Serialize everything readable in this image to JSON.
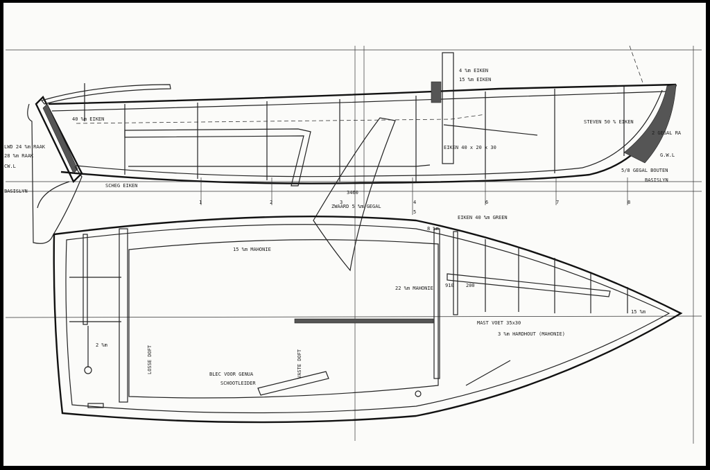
{
  "labels": {
    "l_mast_eiken": "4 %m EIKEN",
    "l_mast_eiken2": "15 %m EIKEN",
    "l_lwd": "LWD 24 %m RAAK",
    "l_raak": "28 %m RAAK",
    "l_cwl": "CW.L",
    "l_basislyn_left": "BASISLYN",
    "l_basislyn_right": "BASISLYN",
    "l_boord_eiken": "40 %m EIKEN",
    "l_schegg": "SCHEG EIKEN",
    "l_steven": "STEVEN 50 % EIKEN",
    "l_geg_ra": "2 GEGAL RA",
    "l_gcwl": "G.W.L",
    "l_gegal_bouten": "5/8 GEGAL BOUTEN",
    "l_zwaard": "ZWAARD 5 %m GEGAL",
    "l_eiken_bottom": "EIKEN  40 x 20 x 30",
    "l_dim_3460": "3460",
    "l_eiken_plan": "EIKEN 40 %m GREEN",
    "l_mahonie_15": "15 %m MAHONIE",
    "l_mahonie_22": "22 %m MAHONIE",
    "l_mast_voet": "MAST VOET 35x30",
    "l_hardhout": "3 %m HARDHOUT (MAHONIE)",
    "l_lasse_doft": "LOSSE DOFT",
    "l_vaste_doft": "VASTE DOFT",
    "l_blec": "BLEC VOOR GENUA",
    "l_schootleider": "SCHOOTLEIDER",
    "l_2m": "2 %m",
    "l_15m": "15 %m",
    "l_8m": "8 %m",
    "l_910": "910",
    "l_200": "200",
    "l_stations": [
      "1",
      "2",
      "3",
      "4",
      "5",
      "6",
      "7",
      "8"
    ]
  },
  "colors": {
    "frame": "#000000",
    "paper": "#fbfbf9",
    "ink": "#222222"
  }
}
